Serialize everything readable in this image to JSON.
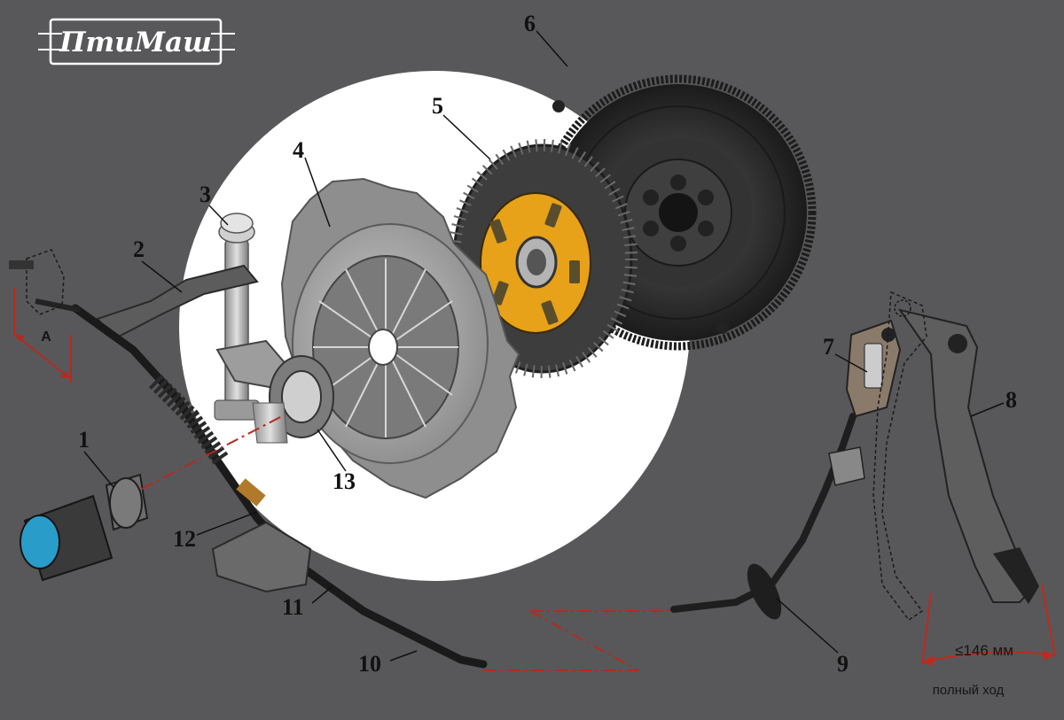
{
  "logo": {
    "text": "ПтиМаш"
  },
  "callouts": [
    "1",
    "2",
    "3",
    "4",
    "5",
    "6",
    "7",
    "8",
    "9",
    "10",
    "11",
    "12",
    "13"
  ],
  "dimension_a": "А",
  "pedal_travel": {
    "value": "≤146 мм",
    "caption": "полный ход"
  },
  "colors": {
    "background": "#58585a",
    "spotlight": "#ffffff",
    "friction_hub": "#e7a21a",
    "dash_line": "#b52a1f",
    "travel_arc": "#c2281d"
  }
}
